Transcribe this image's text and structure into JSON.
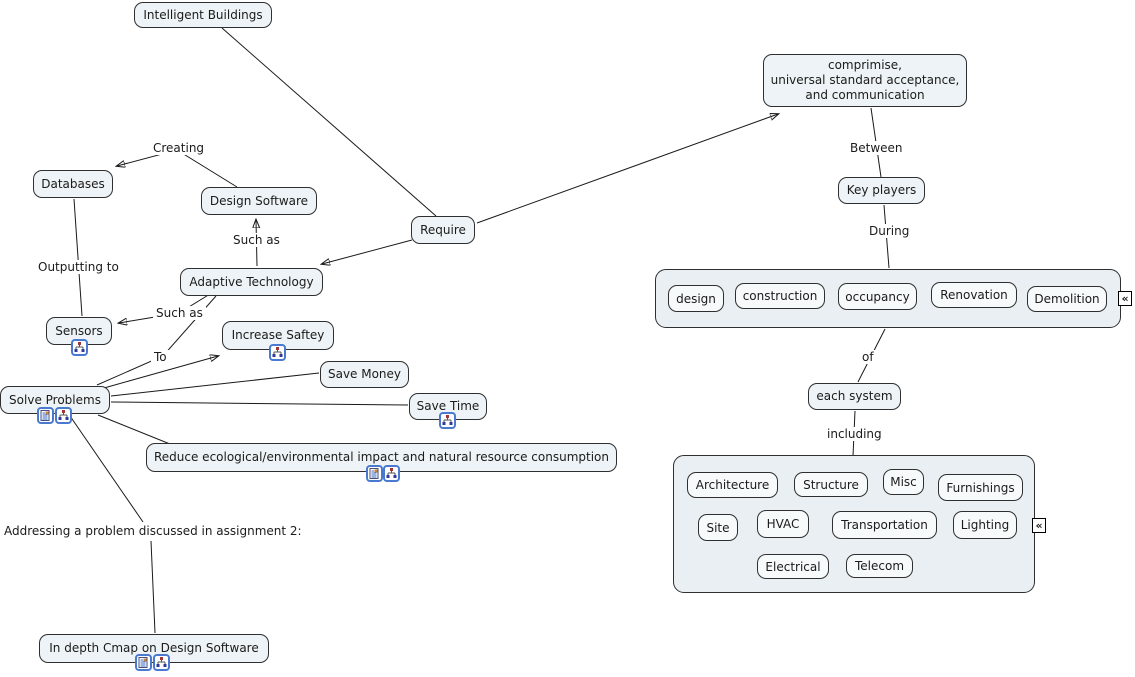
{
  "diagram_type": "concept map",
  "colors": {
    "node_fill": "#edf3f6",
    "container_fill": "#e9eff3",
    "nested_node_fill": "#f6fafb",
    "border": "#2f2f2f",
    "line": "#1a1a1a",
    "text": "#1b1b1b",
    "resource_icon_border": "#4a7ad0"
  },
  "nodes": {
    "intelligent_buildings": "Intelligent Buildings",
    "compromise": "comprimise,\nuniversal standard acceptance,\nand communication",
    "databases": "Databases",
    "design_software": "Design Software",
    "key_players": "Key players",
    "require": "Require",
    "adaptive_technology": "Adaptive Technology",
    "sensors": "Sensors",
    "increase_safety": "Increase Saftey",
    "save_money": "Save Money",
    "each_system": "each system",
    "solve_problems": "Solve Problems",
    "save_time": "Save Time",
    "reduce_impact": "Reduce ecological/environmental impact and natural resource consumption",
    "in_depth_cmap": "In depth Cmap on Design Software"
  },
  "labels": {
    "creating": "Creating",
    "outputting_to": "Outputting to",
    "such_as_upper": "Such as",
    "such_as_lower": "Such as",
    "to": "To",
    "between": "Between",
    "during": "During",
    "of": "of",
    "including": "including",
    "addressing": "Addressing a problem discussed in assignment 2:"
  },
  "lifecycle": [
    "design",
    "construction",
    "occupancy",
    "Renovation",
    "Demolition"
  ],
  "systems": [
    "Architecture",
    "Structure",
    "Misc",
    "Furnishings",
    "Site",
    "HVAC",
    "Transportation",
    "Lighting",
    "Electrical",
    "Telecom"
  ],
  "icons": {
    "collapse_glyph": "«",
    "document_resource": "document-resource-icon",
    "cmap_resource": "concept-map-resource-icon"
  },
  "connections": [
    {
      "from": "Intelligent Buildings",
      "label": "Require",
      "to": "Adaptive Technology"
    },
    {
      "from": "Intelligent Buildings",
      "label": "Require",
      "to": "comprimise, universal standard acceptance, and communication"
    },
    {
      "from": "Design Software",
      "label": "Creating",
      "to": "Databases"
    },
    {
      "from": "Adaptive Technology",
      "label": "Such as",
      "to": "Design Software"
    },
    {
      "from": "Adaptive Technology",
      "label": "Such as",
      "to": "Sensors"
    },
    {
      "from": "Databases",
      "label": "Outputting to",
      "to": "Sensors"
    },
    {
      "from": "Adaptive Technology",
      "label": "To",
      "to": "Solve Problems"
    },
    {
      "from": "Solve Problems",
      "label": "",
      "to": "Increase Saftey"
    },
    {
      "from": "Solve Problems",
      "label": "",
      "to": "Save Money"
    },
    {
      "from": "Solve Problems",
      "label": "",
      "to": "Save Time"
    },
    {
      "from": "Solve Problems",
      "label": "",
      "to": "Reduce ecological/environmental impact and natural resource consumption"
    },
    {
      "from": "Solve Problems",
      "label": "Addressing a problem discussed in assignment 2:",
      "to": "In depth Cmap on Design Software"
    },
    {
      "from": "comprimise, universal standard acceptance, and communication",
      "label": "Between",
      "to": "Key players"
    },
    {
      "from": "Key players",
      "label": "During",
      "to": "lifecycle stages group"
    },
    {
      "from": "lifecycle stages group",
      "label": "of",
      "to": "each system"
    },
    {
      "from": "each system",
      "label": "including",
      "to": "building systems group"
    }
  ]
}
